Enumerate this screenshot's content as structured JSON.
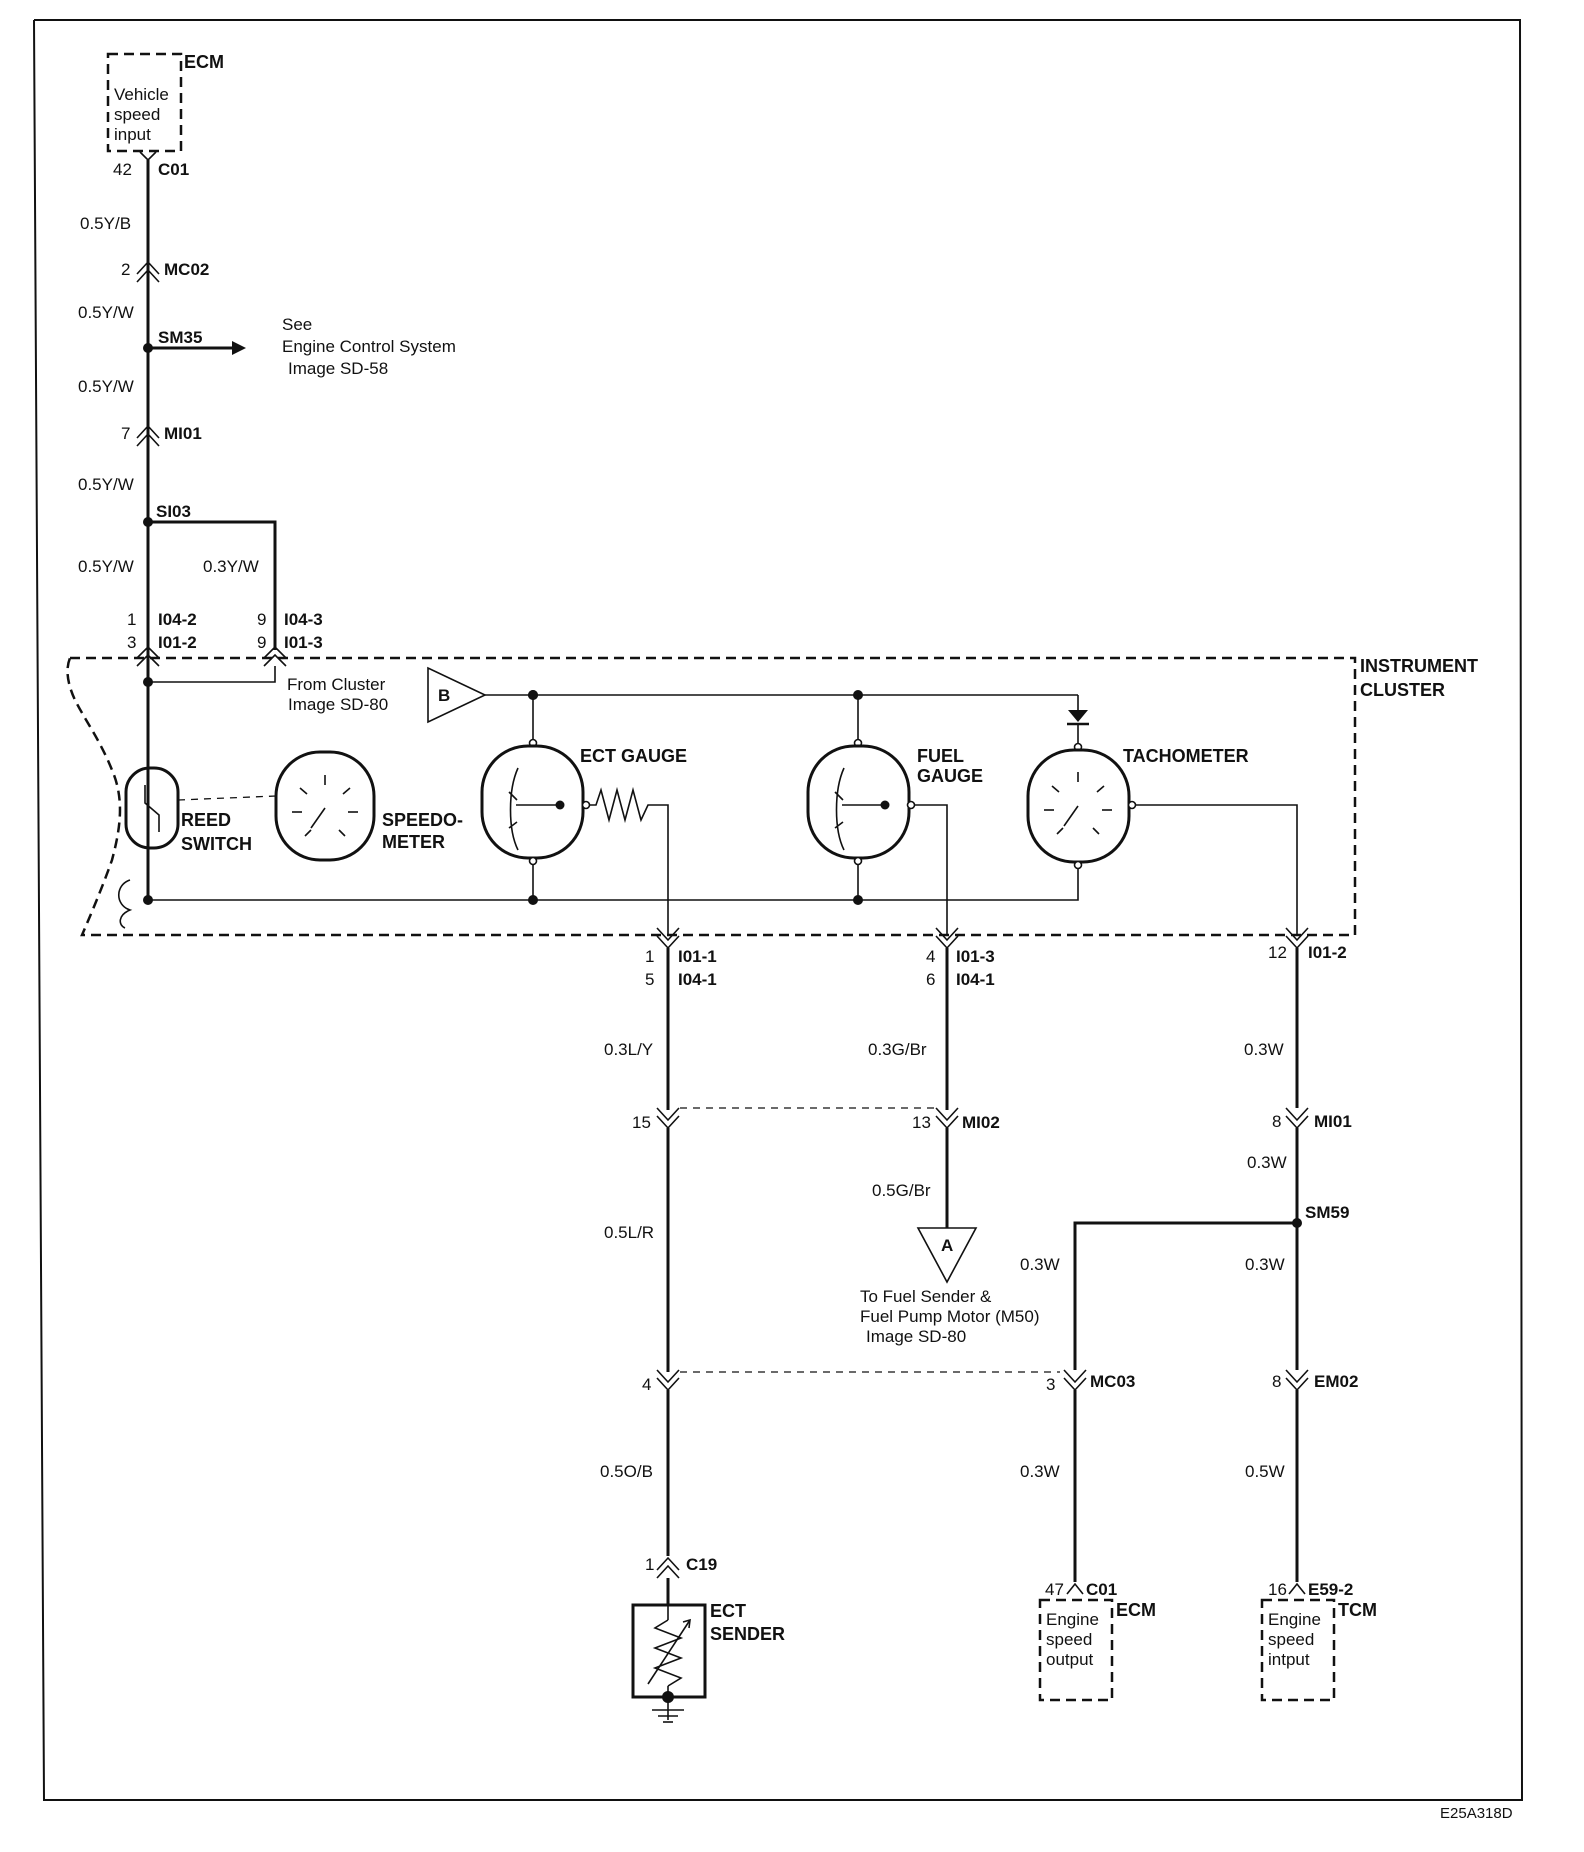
{
  "diagram": {
    "modules": {
      "ecm_top": {
        "name": "ECM",
        "text": [
          "Vehicle",
          "speed",
          "input"
        ]
      },
      "instrument_cluster": {
        "name": [
          "INSTRUMENT",
          "CLUSTER"
        ]
      },
      "ecm_bottom": {
        "name": "ECM",
        "text": [
          "Engine",
          "speed",
          "output"
        ]
      },
      "tcm": {
        "name": "TCM",
        "text": [
          "Engine",
          "speed",
          "intput"
        ]
      }
    },
    "components": {
      "reed_switch": [
        "REED",
        "SWITCH"
      ],
      "speedometer": [
        "SPEEDO-",
        "METER"
      ],
      "ect_gauge": "ECT GAUGE",
      "fuel_gauge": [
        "FUEL",
        "GAUGE"
      ],
      "tachometer": "TACHOMETER",
      "ect_sender": [
        "ECT",
        "SENDER"
      ]
    },
    "connectors": {
      "c01_top": {
        "pin": "42",
        "name": "C01"
      },
      "mc02": {
        "pin": "2",
        "name": "MC02"
      },
      "mi01_top": {
        "pin": "7",
        "name": "MI01"
      },
      "i04_2": {
        "pin": "1",
        "name": "I04-2"
      },
      "i01_2_left": {
        "pin": "3",
        "name": "I01-2"
      },
      "i04_3": {
        "pin": "9",
        "name": "I04-3"
      },
      "i01_3_left": {
        "pin": "9",
        "name": "I01-3"
      },
      "i01_1": {
        "pin": "1",
        "name": "I01-1"
      },
      "i04_1_ect": {
        "pin": "5",
        "name": "I04-1"
      },
      "i01_3_fuel": {
        "pin": "4",
        "name": "I01-3"
      },
      "i04_1_fuel": {
        "pin": "6",
        "name": "I04-1"
      },
      "i01_2_tach": {
        "pin": "12",
        "name": "I01-2"
      },
      "mi02_ect": {
        "pin": "15"
      },
      "mi02_fuel": {
        "pin": "13",
        "name": "MI02"
      },
      "mi01_tach": {
        "pin": "8",
        "name": "MI01"
      },
      "mc03_ect": {
        "pin": "4"
      },
      "mc03": {
        "pin": "3",
        "name": "MC03"
      },
      "em02": {
        "pin": "8",
        "name": "EM02"
      },
      "c19": {
        "pin": "1",
        "name": "C19"
      },
      "c01_bottom": {
        "pin": "47",
        "name": "C01"
      },
      "e59_2": {
        "pin": "16",
        "name": "E59-2"
      }
    },
    "splices": {
      "sm35": "SM35",
      "si03": "SI03",
      "sm59": "SM59"
    },
    "wires": {
      "w1": "0.5Y/B",
      "w2": "0.5Y/W",
      "w3": "0.5Y/W",
      "w4": "0.5Y/W",
      "w5": "0.5Y/W",
      "w6": "0.3Y/W",
      "ect1": "0.3L/Y",
      "ect2": "0.5L/R",
      "ect3": "0.5O/B",
      "fuel1": "0.3G/Br",
      "fuel2": "0.5G/Br",
      "tach1": "0.3W",
      "tach2": "0.3W",
      "tach3": "0.3W",
      "tach4": "0.3W",
      "tach5": "0.3W",
      "tach6": "0.5W"
    },
    "references": {
      "engine_control": [
        "See",
        "Engine Control System",
        "Image   SD-58"
      ],
      "from_cluster": [
        "From Cluster",
        "Image   SD-80"
      ],
      "to_fuel_sender": [
        "To Fuel Sender &",
        "Fuel Pump Motor (M50)",
        "Image   SD-80"
      ],
      "flag_b": "B",
      "flag_a": "A"
    },
    "figure_id": "E25A318D"
  }
}
